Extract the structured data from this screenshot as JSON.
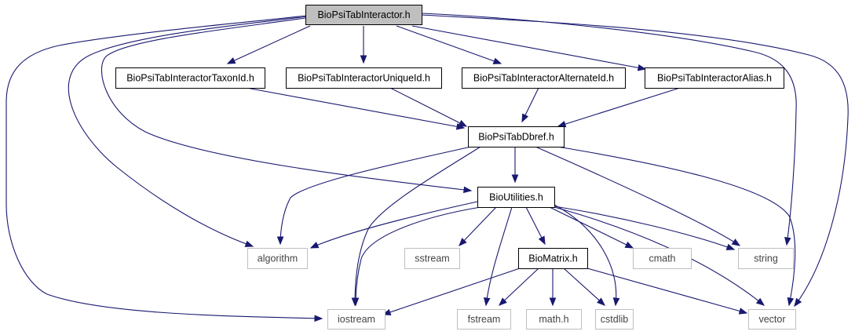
{
  "graph": {
    "colors": {
      "edge": "#191970",
      "root_fill": "#bfbfbf",
      "node_border": "#000000",
      "external_border": "#bfbfbf"
    },
    "nodes": [
      {
        "id": "root",
        "label": "BioPsiTabInteractor.h",
        "kind": "root"
      },
      {
        "id": "taxon",
        "label": "BioPsiTabInteractorTaxonId.h",
        "kind": "header"
      },
      {
        "id": "unique",
        "label": "BioPsiTabInteractorUniqueId.h",
        "kind": "header"
      },
      {
        "id": "alternate",
        "label": "BioPsiTabInteractorAlternateId.h",
        "kind": "header"
      },
      {
        "id": "alias",
        "label": "BioPsiTabInteractorAlias.h",
        "kind": "header"
      },
      {
        "id": "dbref",
        "label": "BioPsiTabDbref.h",
        "kind": "header"
      },
      {
        "id": "utilities",
        "label": "BioUtilities.h",
        "kind": "header"
      },
      {
        "id": "matrix",
        "label": "BioMatrix.h",
        "kind": "header"
      },
      {
        "id": "algorithm",
        "label": "algorithm",
        "kind": "external"
      },
      {
        "id": "sstream",
        "label": "sstream",
        "kind": "external"
      },
      {
        "id": "cmath",
        "label": "cmath",
        "kind": "external"
      },
      {
        "id": "string",
        "label": "string",
        "kind": "external"
      },
      {
        "id": "iostream",
        "label": "iostream",
        "kind": "external"
      },
      {
        "id": "fstream",
        "label": "fstream",
        "kind": "external"
      },
      {
        "id": "math",
        "label": "math.h",
        "kind": "external"
      },
      {
        "id": "cstdlib",
        "label": "cstdlib",
        "kind": "external"
      },
      {
        "id": "vector",
        "label": "vector",
        "kind": "external"
      }
    ],
    "edges": [
      {
        "from": "root",
        "to": "taxon"
      },
      {
        "from": "root",
        "to": "unique"
      },
      {
        "from": "root",
        "to": "alternate"
      },
      {
        "from": "root",
        "to": "alias"
      },
      {
        "from": "root",
        "to": "utilities"
      },
      {
        "from": "root",
        "to": "algorithm"
      },
      {
        "from": "root",
        "to": "iostream"
      },
      {
        "from": "root",
        "to": "string"
      },
      {
        "from": "root",
        "to": "vector"
      },
      {
        "from": "taxon",
        "to": "dbref"
      },
      {
        "from": "unique",
        "to": "dbref"
      },
      {
        "from": "alternate",
        "to": "dbref"
      },
      {
        "from": "alias",
        "to": "dbref"
      },
      {
        "from": "dbref",
        "to": "utilities"
      },
      {
        "from": "dbref",
        "to": "algorithm"
      },
      {
        "from": "dbref",
        "to": "iostream"
      },
      {
        "from": "dbref",
        "to": "string"
      },
      {
        "from": "dbref",
        "to": "vector"
      },
      {
        "from": "utilities",
        "to": "algorithm"
      },
      {
        "from": "utilities",
        "to": "sstream"
      },
      {
        "from": "utilities",
        "to": "matrix"
      },
      {
        "from": "utilities",
        "to": "cmath"
      },
      {
        "from": "utilities",
        "to": "string"
      },
      {
        "from": "utilities",
        "to": "iostream"
      },
      {
        "from": "utilities",
        "to": "fstream"
      },
      {
        "from": "utilities",
        "to": "cstdlib"
      },
      {
        "from": "utilities",
        "to": "vector"
      },
      {
        "from": "matrix",
        "to": "iostream"
      },
      {
        "from": "matrix",
        "to": "fstream"
      },
      {
        "from": "matrix",
        "to": "math"
      },
      {
        "from": "matrix",
        "to": "cstdlib"
      },
      {
        "from": "matrix",
        "to": "vector"
      }
    ]
  }
}
